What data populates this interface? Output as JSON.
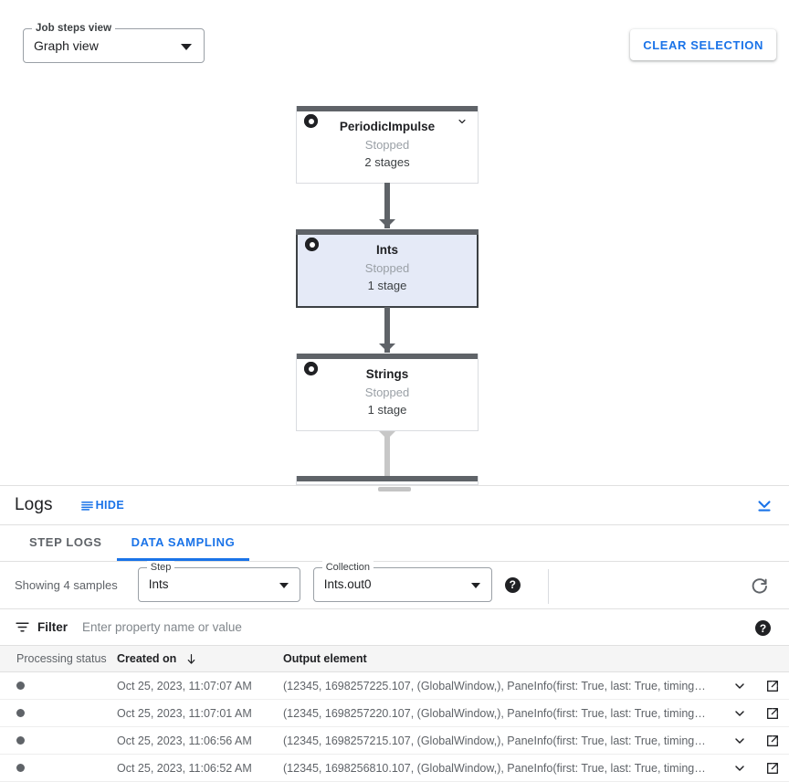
{
  "toolbar": {
    "view_select": {
      "legend": "Job steps view",
      "value": "Graph view"
    },
    "clear_selection_label": "CLEAR SELECTION"
  },
  "graph": {
    "nodes": [
      {
        "title": "PeriodicImpulse",
        "status": "Stopped",
        "stages": "2 stages",
        "selected": false,
        "has_chevron": true
      },
      {
        "title": "Ints",
        "status": "Stopped",
        "stages": "1 stage",
        "selected": true,
        "has_chevron": false
      },
      {
        "title": "Strings",
        "status": "Stopped",
        "stages": "1 stage",
        "selected": false,
        "has_chevron": false
      }
    ]
  },
  "logs": {
    "title": "Logs",
    "hide_label": "HIDE",
    "tabs": [
      {
        "label": "STEP LOGS",
        "active": false
      },
      {
        "label": "DATA SAMPLING",
        "active": true
      }
    ],
    "controls": {
      "showing_label": "Showing 4 samples",
      "step_select": {
        "legend": "Step",
        "value": "Ints"
      },
      "collection_select": {
        "legend": "Collection",
        "value": "Ints.out0"
      },
      "help_glyph": "?"
    },
    "filter": {
      "label": "Filter",
      "placeholder": "Enter property name or value",
      "value": ""
    },
    "table": {
      "columns": [
        "Processing status",
        "Created on",
        "Output element"
      ],
      "sorted_column": "Created on",
      "sort_direction": "desc",
      "rows": [
        {
          "status": "",
          "created_on": "Oct 25, 2023, 11:07:07 AM",
          "output_element": "(12345, 1698257225.107, (GlobalWindow,), PaneInfo(first: True, last: True, timing…"
        },
        {
          "status": "",
          "created_on": "Oct 25, 2023, 11:07:01 AM",
          "output_element": "(12345, 1698257220.107, (GlobalWindow,), PaneInfo(first: True, last: True, timing…"
        },
        {
          "status": "",
          "created_on": "Oct 25, 2023, 11:06:56 AM",
          "output_element": "(12345, 1698257215.107, (GlobalWindow,), PaneInfo(first: True, last: True, timing…"
        },
        {
          "status": "",
          "created_on": "Oct 25, 2023, 11:06:52 AM",
          "output_element": "(12345, 1698256810.107, (GlobalWindow,), PaneInfo(first: True, last: True, timing…"
        }
      ]
    }
  },
  "colors": {
    "accent_blue": "#1a73e8",
    "node_bar": "#5f6368",
    "node_selected_fill": "#e5eaf7",
    "text_primary": "#202124",
    "text_secondary": "#5f6368"
  }
}
